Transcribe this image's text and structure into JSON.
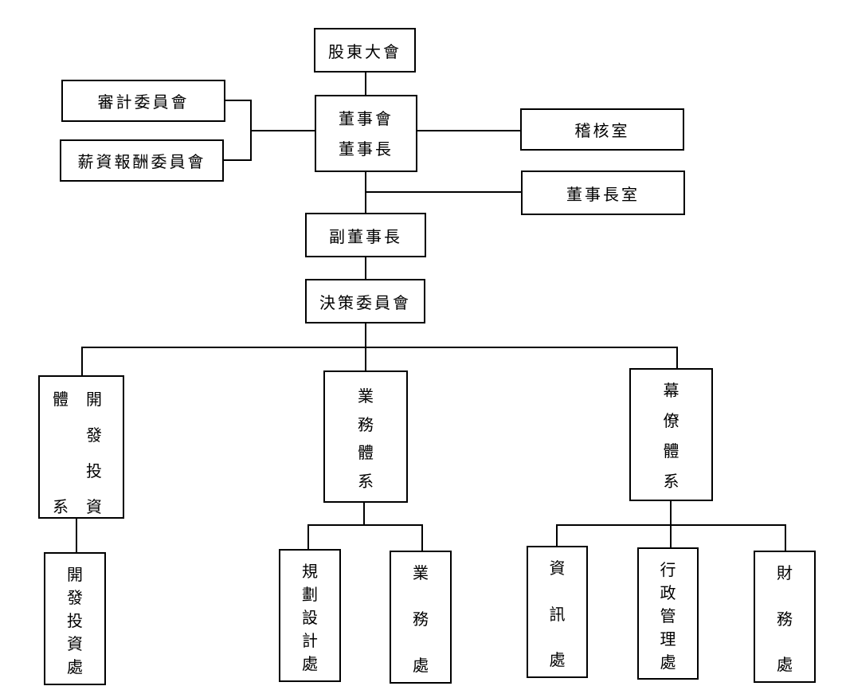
{
  "shareholders": "股東大會",
  "board": {
    "line1": "董事會",
    "line2": "董事長"
  },
  "audit_committee": "審計委員會",
  "compensation_committee": "薪資報酬委員會",
  "audit_office": "稽核室",
  "chairman_office": "董事長室",
  "vice_chairman": "副董事長",
  "decision_committee": "決策委員會",
  "dev_system": {
    "c1": "開",
    "c2": "發",
    "c3": "投",
    "c4": "資",
    "c5": "體",
    "c6": "系"
  },
  "business_system": [
    "業",
    "務",
    "體",
    "系"
  ],
  "staff_system": [
    "幕",
    "僚",
    "體",
    "系"
  ],
  "dev_division": [
    "開",
    "發",
    "投",
    "資",
    "處"
  ],
  "planning_division": [
    "規",
    "劃",
    "設",
    "計",
    "處"
  ],
  "sales_division": [
    "業",
    "務",
    "處"
  ],
  "it_division": [
    "資",
    "訊",
    "處"
  ],
  "admin_division": [
    "行",
    "政",
    "管",
    "理",
    "處"
  ],
  "finance_division": [
    "財",
    "務",
    "處"
  ]
}
